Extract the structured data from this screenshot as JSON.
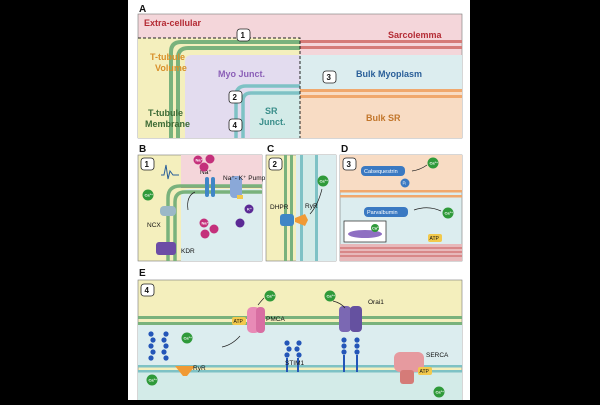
{
  "panels": {
    "a": "A",
    "b": "B",
    "c": "C",
    "d": "D",
    "e": "E"
  },
  "panel_a": {
    "extracellular": "Extra-cellular",
    "sarcolemma": "Sarcolemma",
    "ttubule_volume_1": "T-tubule",
    "ttubule_volume_2": "Volume",
    "myo_junct": "Myo Junct.",
    "bulk_myoplasm": "Bulk Myoplasm",
    "ttubule_membrane_1": "T-tubule",
    "ttubule_membrane_2": "Membrane",
    "sr_junct_1": "SR",
    "sr_junct_2": "Junct.",
    "bulk_sr": "Bulk SR",
    "markers": [
      "1",
      "2",
      "3",
      "4"
    ]
  },
  "panel_b": {
    "marker": "1",
    "na": "Na⁺",
    "ca": "Ca²⁺",
    "k": "K⁺",
    "na_label": "Na⁺",
    "pump_label": "Na⁺- K⁺ Pump",
    "ncx_label": "NCX",
    "kdr_label": "KDR"
  },
  "panel_c": {
    "marker": "2",
    "dhpr_label": "DHPR",
    "ryr_label": "RyR",
    "ca": "Ca²⁺"
  },
  "panel_d": {
    "marker": "3",
    "calsequestrin_label": "Calsequestrin",
    "parvalbumin_label": "Parvalbumin",
    "ca": "Ca²⁺",
    "pi": "Pᵢ",
    "atp": "ATP"
  },
  "panel_e": {
    "marker": "4",
    "pmca_label": "PMCA",
    "orai_label": "Orai1",
    "stim_label": "STIM1",
    "serca_label": "SERCA",
    "ryr_label": "RyR",
    "atp": "ATP",
    "ca": "Ca²⁺"
  },
  "colors": {
    "extracellular": "#f4d6da",
    "ttubule": "#f4efbd",
    "myo_junct": "#e3dcef",
    "myoplasm": "#dcedef",
    "sr": "#f8dcc4",
    "sr_junct": "#d3ebe8",
    "membrane_green": "#79b27c",
    "sarcolemma_red": "#d57b78",
    "calcium_green": "#2f9a3a",
    "sodium_magenta": "#c4307b",
    "potassium_purple": "#5b2a95"
  }
}
